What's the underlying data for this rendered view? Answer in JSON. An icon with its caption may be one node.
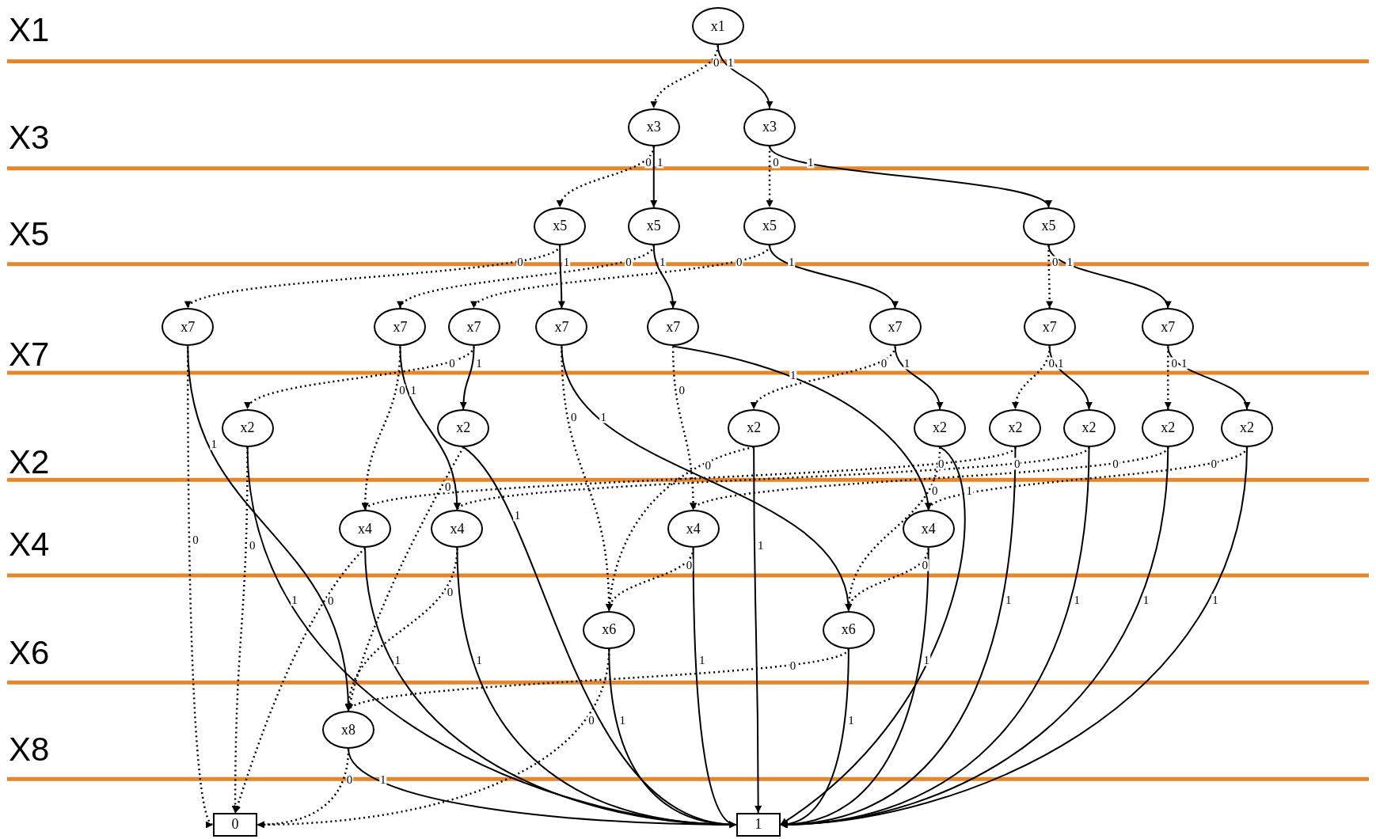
{
  "diagram": {
    "nodes": [
      {
        "text": [
          "x1"
        ]
      },
      {
        "text": [
          "x3"
        ]
      },
      {
        "text": [
          "x3"
        ]
      },
      {
        "text": [
          "x5"
        ]
      },
      {
        "text": [
          "x5"
        ]
      },
      {
        "text": [
          "x5"
        ]
      },
      {
        "text": [
          "x5"
        ]
      },
      {
        "text": [
          "x7"
        ]
      },
      {
        "text": [
          "x7"
        ]
      },
      {
        "text": [
          "x7"
        ]
      },
      {
        "text": [
          "x7"
        ]
      },
      {
        "text": [
          "x7"
        ]
      },
      {
        "text": [
          "x7"
        ]
      },
      {
        "text": [
          "x7"
        ]
      },
      {
        "text": [
          "x7"
        ]
      },
      {
        "text": [
          "x2"
        ]
      },
      {
        "text": [
          "x2"
        ]
      },
      {
        "text": [
          "x2"
        ]
      },
      {
        "text": [
          "x2"
        ]
      },
      {
        "text": [
          "x2"
        ]
      },
      {
        "text": [
          "x2"
        ]
      },
      {
        "text": [
          "x2"
        ]
      },
      {
        "text": [
          "x2"
        ]
      },
      {
        "text": [
          "x4"
        ]
      },
      {
        "text": [
          "x4"
        ]
      },
      {
        "text": [
          "x4"
        ]
      },
      {
        "text": [
          "x4"
        ]
      },
      {
        "text": [
          "x6"
        ]
      },
      {
        "text": [
          "x6"
        ]
      },
      {
        "text": [
          "x8"
        ]
      },
      {
        "text": [
          "0"
        ]
      },
      {
        "text": [
          "1"
        ]
      }
    ],
    "edges": [
      {
        "from": 0,
        "to": 1,
        "label": "0",
        "arrow": "to",
        "style": "dashed"
      },
      {
        "from": 0,
        "to": 2,
        "label": "1",
        "arrow": "to"
      },
      {
        "from": 1,
        "to": 3,
        "label": "0",
        "arrow": "to",
        "style": "dashed"
      },
      {
        "from": 1,
        "to": 4,
        "label": "1",
        "arrow": "to"
      },
      {
        "from": 2,
        "to": 5,
        "label": "0",
        "arrow": "to",
        "style": "dashed"
      },
      {
        "from": 2,
        "to": 6,
        "label": "1",
        "arrow": "to"
      },
      {
        "from": 3,
        "to": 7,
        "label": "0",
        "arrow": "to",
        "style": "dashed"
      },
      {
        "from": 3,
        "to": 10,
        "label": "1",
        "arrow": "to"
      },
      {
        "from": 4,
        "to": 8,
        "label": "0",
        "arrow": "to",
        "style": "dashed"
      },
      {
        "from": 4,
        "to": 11,
        "label": "1",
        "arrow": "to"
      },
      {
        "from": 5,
        "to": 9,
        "label": "0",
        "arrow": "to",
        "style": "dashed"
      },
      {
        "from": 5,
        "to": 12,
        "label": "1",
        "arrow": "to"
      },
      {
        "from": 6,
        "to": 13,
        "label": "0",
        "arrow": "to",
        "style": "dashed"
      },
      {
        "from": 6,
        "to": 14,
        "label": "1",
        "arrow": "to"
      },
      {
        "from": 7,
        "to": 30,
        "label": "0",
        "arrow": "to",
        "style": "dashed"
      },
      {
        "from": 7,
        "to": 29,
        "label": "1",
        "arrow": "to"
      },
      {
        "from": 8,
        "to": 23,
        "label": "0",
        "arrow": "to",
        "style": "dashed"
      },
      {
        "from": 8,
        "to": 24,
        "label": "1",
        "arrow": "to"
      },
      {
        "from": 9,
        "to": 15,
        "label": "0",
        "arrow": "to",
        "style": "dashed"
      },
      {
        "from": 9,
        "to": 16,
        "label": "1",
        "arrow": "to"
      },
      {
        "from": 10,
        "to": 27,
        "label": "0",
        "arrow": "to",
        "style": "dashed"
      },
      {
        "from": 10,
        "to": 28,
        "label": "1",
        "arrow": "to"
      },
      {
        "from": 11,
        "to": 25,
        "label": "0",
        "arrow": "to",
        "style": "dashed"
      },
      {
        "from": 11,
        "to": 26,
        "label": "1",
        "arrow": "to"
      },
      {
        "from": 12,
        "to": 17,
        "label": "0",
        "arrow": "to",
        "style": "dashed"
      },
      {
        "from": 12,
        "to": 18,
        "label": "1",
        "arrow": "to"
      },
      {
        "from": 13,
        "to": 19,
        "label": "0",
        "arrow": "to",
        "style": "dashed"
      },
      {
        "from": 13,
        "to": 20,
        "label": "1",
        "arrow": "to"
      },
      {
        "from": 14,
        "to": 21,
        "label": "0",
        "arrow": "to",
        "style": "dashed"
      },
      {
        "from": 14,
        "to": 22,
        "label": "1",
        "arrow": "to"
      },
      {
        "from": 15,
        "to": 30,
        "label": "0",
        "arrow": "to",
        "style": "dashed"
      },
      {
        "from": 15,
        "to": 31,
        "label": "1",
        "arrow": "to"
      },
      {
        "from": 16,
        "to": 29,
        "label": "0",
        "arrow": "to",
        "style": "dashed"
      },
      {
        "from": 16,
        "to": 31,
        "label": "1",
        "arrow": "to"
      },
      {
        "from": 17,
        "to": 27,
        "label": "0",
        "arrow": "to",
        "style": "dashed"
      },
      {
        "from": 17,
        "to": 31,
        "label": "1",
        "arrow": "to"
      },
      {
        "from": 18,
        "to": 28,
        "label": "0",
        "arrow": "to",
        "style": "dashed"
      },
      {
        "from": 18,
        "to": 31,
        "label": "1",
        "arrow": "to"
      },
      {
        "from": 19,
        "to": 23,
        "label": "0",
        "arrow": "to",
        "style": "dashed"
      },
      {
        "from": 19,
        "to": 31,
        "label": "1",
        "arrow": "to"
      },
      {
        "from": 20,
        "to": 24,
        "label": "0",
        "arrow": "to",
        "style": "dashed"
      },
      {
        "from": 20,
        "to": 31,
        "label": "1",
        "arrow": "to"
      },
      {
        "from": 21,
        "to": 25,
        "label": "0",
        "arrow": "to",
        "style": "dashed"
      },
      {
        "from": 21,
        "to": 31,
        "label": "1",
        "arrow": "to"
      },
      {
        "from": 22,
        "to": 26,
        "label": "0",
        "arrow": "to",
        "style": "dashed"
      },
      {
        "from": 22,
        "to": 31,
        "label": "1",
        "arrow": "to"
      },
      {
        "from": 23,
        "to": 30,
        "label": "0",
        "arrow": "to",
        "style": "dashed"
      },
      {
        "from": 23,
        "to": 31,
        "label": "1",
        "arrow": "to"
      },
      {
        "from": 24,
        "to": 29,
        "label": "0",
        "arrow": "to",
        "style": "dashed"
      },
      {
        "from": 24,
        "to": 31,
        "label": "1",
        "arrow": "to"
      },
      {
        "from": 25,
        "to": 27,
        "label": "0",
        "arrow": "to",
        "style": "dashed"
      },
      {
        "from": 25,
        "to": 31,
        "label": "1",
        "arrow": "to"
      },
      {
        "from": 26,
        "to": 28,
        "label": "0",
        "arrow": "to",
        "style": "dashed"
      },
      {
        "from": 26,
        "to": 31,
        "label": "1",
        "arrow": "to"
      },
      {
        "from": 27,
        "to": 30,
        "label": "0",
        "arrow": "to",
        "style": "dashed"
      },
      {
        "from": 27,
        "to": 31,
        "label": "1",
        "arrow": "to"
      },
      {
        "from": 28,
        "to": 29,
        "label": "0",
        "arrow": "to",
        "style": "dashed"
      },
      {
        "from": 28,
        "to": 31,
        "label": "1",
        "arrow": "to"
      },
      {
        "from": 29,
        "to": 30,
        "label": "0",
        "arrow": "to",
        "style": "dashed"
      },
      {
        "from": 29,
        "to": 31,
        "label": "1",
        "arrow": "to"
      }
    ],
    "labels": [
      "X1",
      "X3",
      "X5",
      "X7",
      "X2",
      "X4",
      "X6",
      "X8"
    ]
  }
}
